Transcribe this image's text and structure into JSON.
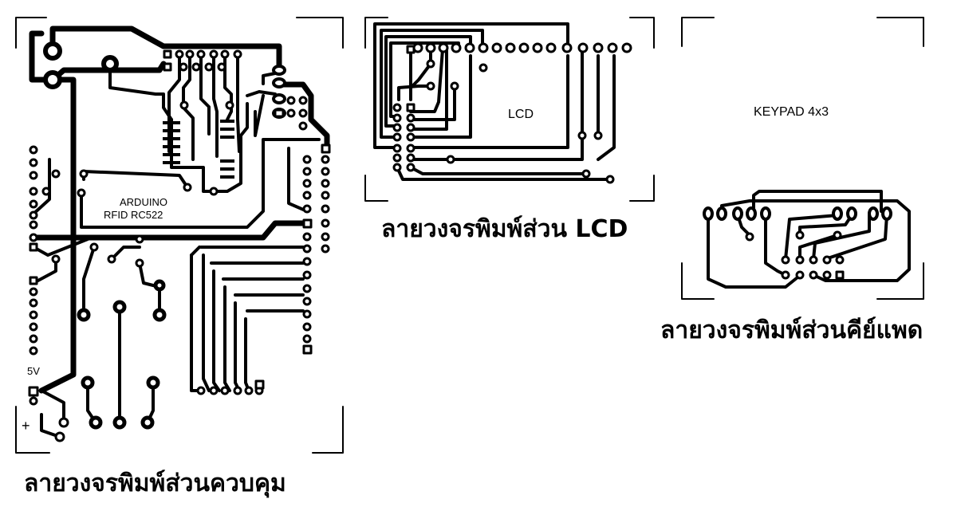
{
  "board_labels": {
    "arduino": "ARDUINO",
    "rfid": "RFID RC522",
    "five_volt": "5V",
    "plus": "+",
    "lcd": "LCD",
    "keypad": "KEYPAD 4x3"
  },
  "captions": {
    "control": "ลายวงจรพิมพ์ส่วนควบคุม",
    "lcd": "ลายวงจรพิมพ์ส่วน LCD",
    "keypad": "ลายวงจรพิมพ์ส่วนคีย์แพด"
  },
  "colors": {
    "ink": "#000000",
    "paper": "#ffffff"
  }
}
